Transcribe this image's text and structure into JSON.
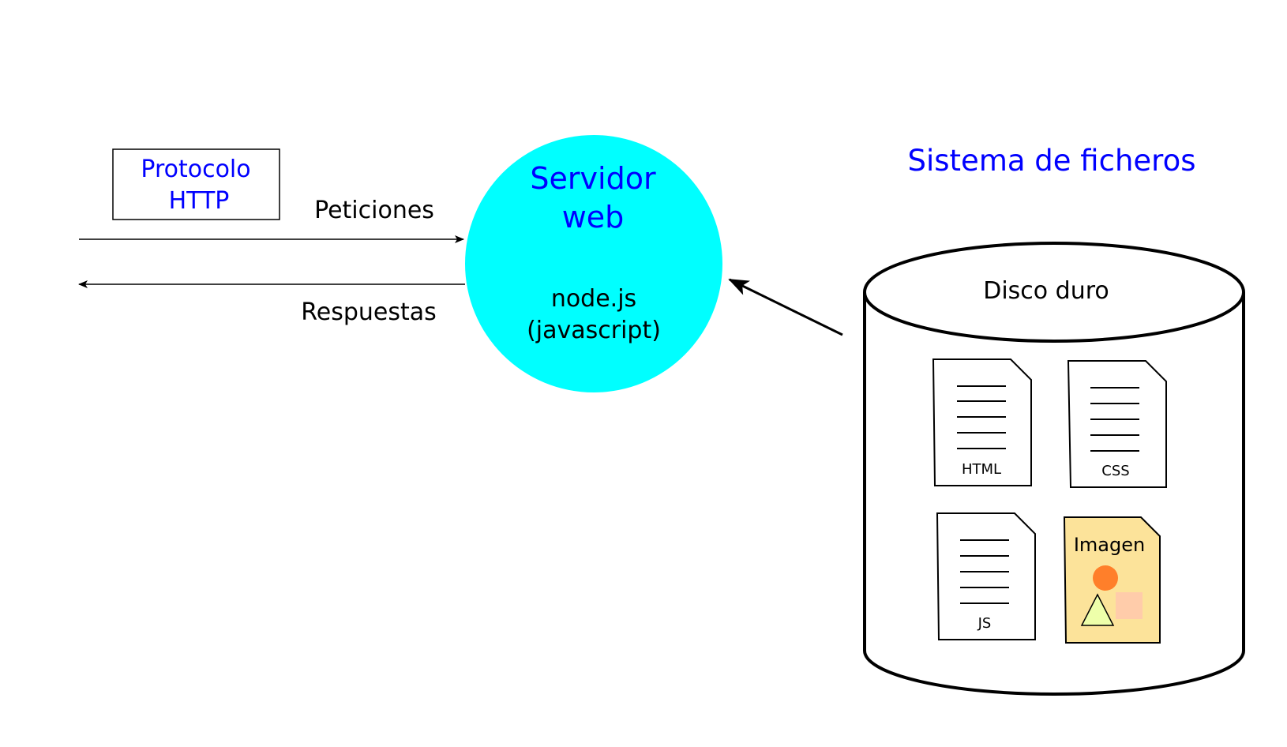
{
  "protocol_box": {
    "line1": "Protocolo",
    "line2": "HTTP"
  },
  "arrows": {
    "requests": "Peticiones",
    "responses": "Respuestas"
  },
  "server": {
    "title_line1": "Servidor",
    "title_line2": "web",
    "tech_line1": "node.js",
    "tech_line2": "(javascript)",
    "fill": "#00ffff"
  },
  "filesystem": {
    "title": "Sistema de ficheros",
    "disk_label": "Disco duro",
    "files": {
      "html": "HTML",
      "css": "CSS",
      "js": "JS",
      "image": "Imagen"
    }
  },
  "colors": {
    "label_blue": "#0000ff",
    "image_file_fill": "#fce39a",
    "image_circle": "#ff7f2a",
    "image_square": "#ffccaa",
    "image_triangle": "#eeffaa"
  }
}
